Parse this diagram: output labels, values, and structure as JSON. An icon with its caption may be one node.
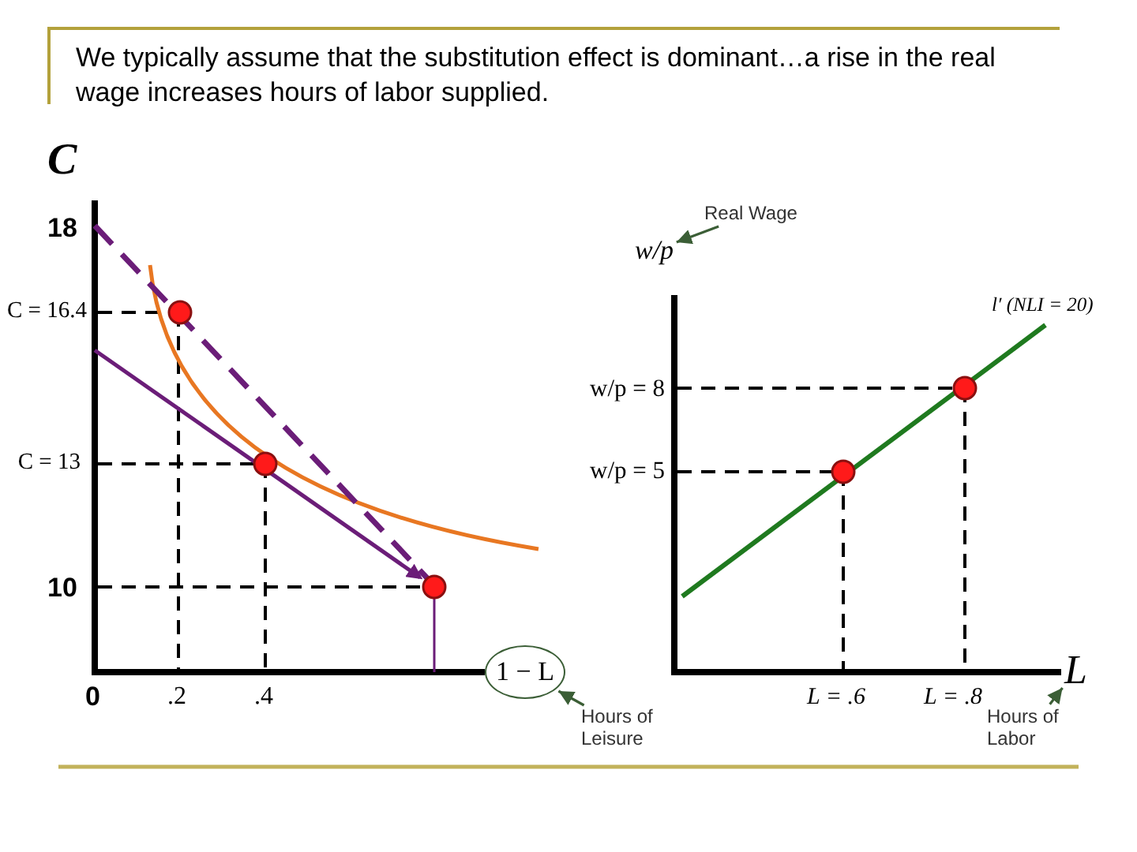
{
  "diagram": {
    "title": "We typically assume that the substitution effect is dominant…a rise in the real wage increases hours of labor supplied.",
    "nodes": [
      {
        "text": [
          "Real Wage"
        ]
      },
      {
        "text": [
          "w/p"
        ]
      },
      {
        "text": [
          "1 − L"
        ]
      },
      {
        "text": [
          "L"
        ]
      },
      {
        "text": [
          "Hours of Leisure"
        ]
      },
      {
        "text": [
          "Hours of Labor"
        ]
      }
    ],
    "edges": [
      {
        "from": 0,
        "to": 1,
        "arrow": "to"
      },
      {
        "from": 4,
        "to": 2,
        "arrow": "to"
      },
      {
        "from": 5,
        "to": 3,
        "arrow": "to"
      }
    ],
    "labels": [
      "C",
      "18",
      "C = 16.4",
      "w/p = 8",
      "l′ (NLI = 20)",
      "C = 13",
      "w/p = 5",
      "10",
      "0",
      ".2",
      ".4",
      "L = .6",
      "L = .8"
    ]
  }
}
